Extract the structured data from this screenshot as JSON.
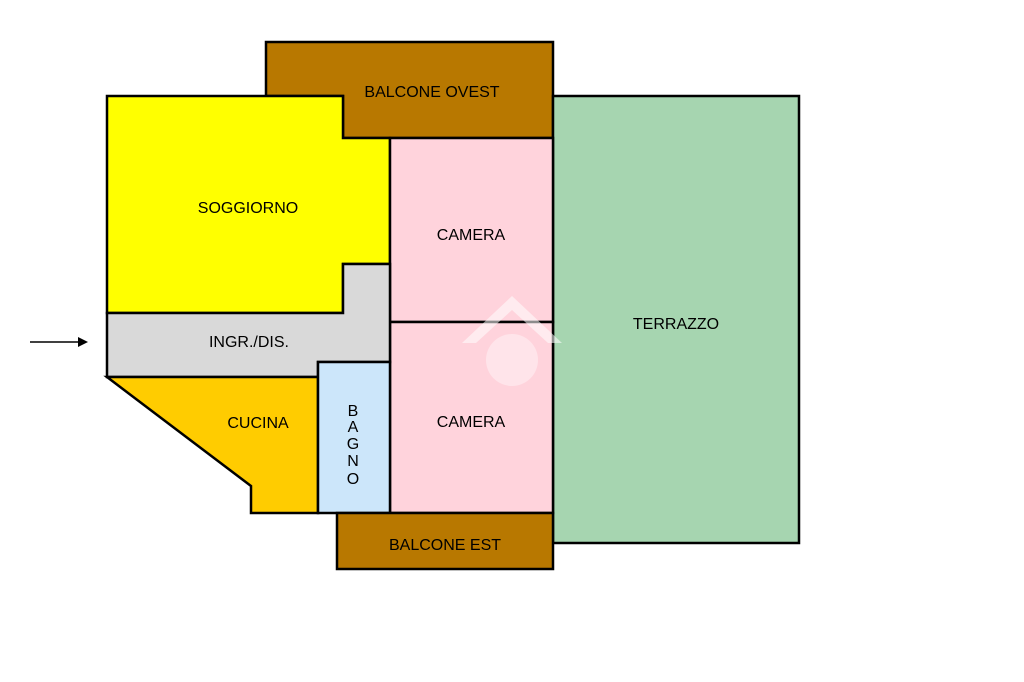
{
  "rooms": {
    "balcone_ovest": {
      "label": "BALCONE OVEST",
      "color": "#b87800"
    },
    "soggiorno": {
      "label": "SOGGIORNO",
      "color": "#ffff00"
    },
    "camera_1": {
      "label": "CAMERA",
      "color": "#ffd3dc"
    },
    "terrazzo": {
      "label": "TERRAZZO",
      "color": "#a6d5b0"
    },
    "ingresso": {
      "label": "INGR./DIS.",
      "color": "#d9d9d9"
    },
    "cucina": {
      "label": "CUCINA",
      "color": "#ffcc00"
    },
    "bagno": {
      "label": "BAGNO",
      "letters": [
        "B",
        "A",
        "G",
        "N",
        "O"
      ],
      "color": "#cce6fa"
    },
    "camera_2": {
      "label": "CAMERA",
      "color": "#ffd3dc"
    },
    "balcone_est": {
      "label": "BALCONE EST",
      "color": "#b87800"
    }
  },
  "entrance_arrow": {
    "icon": "entrance-arrow-icon"
  },
  "watermark": {
    "icon": "house-watermark-icon"
  }
}
